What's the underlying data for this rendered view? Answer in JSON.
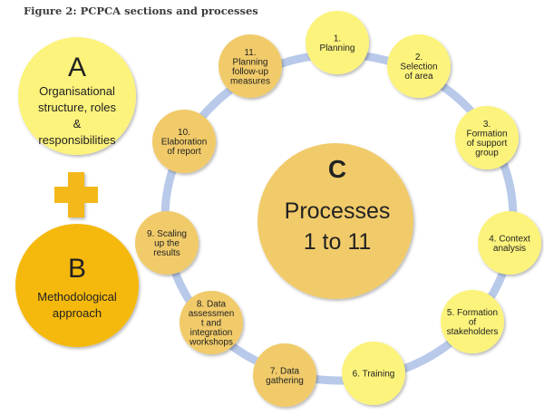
{
  "figure": {
    "title": "Figure 2: PCPCA sections and processes"
  },
  "colors": {
    "ring": "#b8c9ea",
    "light_yellow": "#fcf37c",
    "gold_pale": "#f1cb6b",
    "gold_strong": "#f5b911",
    "plus": "#f3b81a"
  },
  "section_a": {
    "letter": "A",
    "lines": [
      "Organisational",
      "structure, roles",
      "&",
      "responsibilities"
    ]
  },
  "plus_sign": "+",
  "section_b": {
    "letter": "B",
    "lines": [
      "Methodological",
      "approach"
    ]
  },
  "section_c": {
    "letter": "C",
    "lines": [
      "Processes",
      "1 to 11"
    ]
  },
  "processes": [
    {
      "lines": [
        "1.",
        "Planning"
      ],
      "tone": "light_yellow"
    },
    {
      "lines": [
        "2.",
        "Selection",
        "of area"
      ],
      "tone": "light_yellow"
    },
    {
      "lines": [
        "3.",
        "Formation",
        "of support",
        "group"
      ],
      "tone": "light_yellow"
    },
    {
      "lines": [
        "4. Context",
        "analysis"
      ],
      "tone": "light_yellow"
    },
    {
      "lines": [
        "5. Formation",
        "of",
        "stakeholders"
      ],
      "tone": "light_yellow"
    },
    {
      "lines": [
        "6. Training"
      ],
      "tone": "light_yellow"
    },
    {
      "lines": [
        "7. Data",
        "gathering"
      ],
      "tone": "gold_pale"
    },
    {
      "lines": [
        "8. Data",
        "assessmen",
        "t and",
        "integration",
        "workshops"
      ],
      "tone": "gold_pale"
    },
    {
      "lines": [
        "9. Scaling",
        "up the",
        "results"
      ],
      "tone": "gold_pale"
    },
    {
      "lines": [
        "10.",
        "Elaboration",
        "of report"
      ],
      "tone": "gold_pale"
    },
    {
      "lines": [
        "11.",
        "Planning",
        "follow-up",
        "measures"
      ],
      "tone": "gold_pale"
    }
  ]
}
